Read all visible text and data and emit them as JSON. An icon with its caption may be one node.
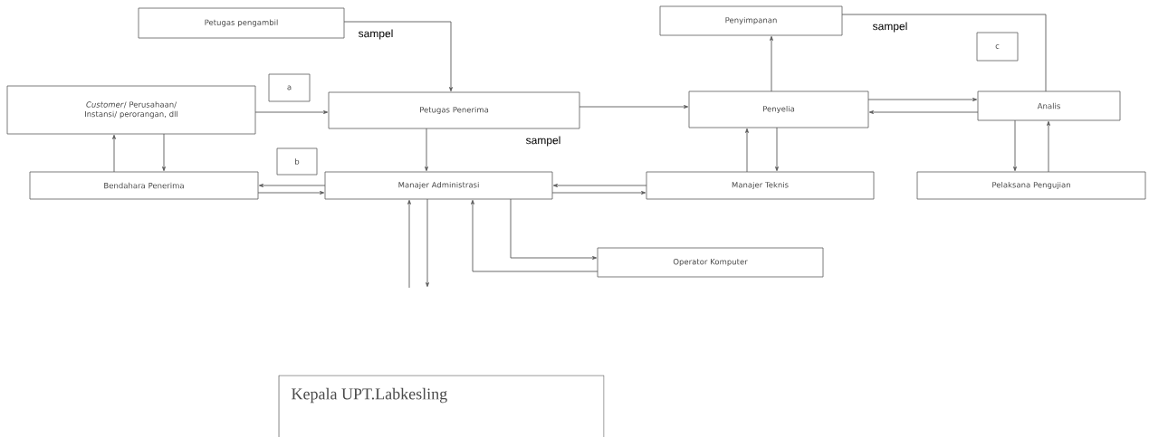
{
  "diagram": {
    "nodes": [
      {
        "text": [
          "Petugas pengambil"
        ],
        "beside": [
          "sampel"
        ]
      },
      {
        "text": [
          "a"
        ]
      },
      {
        "text": [
          "*Customer*/ Perusahaan/ Instansi/ perorangan, dll"
        ]
      },
      {
        "text": [
          "Petugas Penerima"
        ],
        "beside": [
          "sampel"
        ]
      },
      {
        "text": [
          "Penyimpanan"
        ],
        "beside": [
          "sampel"
        ]
      },
      {
        "text": [
          "c"
        ]
      },
      {
        "text": [
          "Penyelia"
        ]
      },
      {
        "text": [
          "Analis"
        ]
      },
      {
        "text": [
          "b"
        ]
      },
      {
        "text": [
          "Bendahara Penerima"
        ]
      },
      {
        "text": [
          "Manajer Administrasi"
        ]
      },
      {
        "text": [
          "Manajer Teknis"
        ]
      },
      {
        "text": [
          "Pelaksana Pengujian"
        ]
      },
      {
        "text": [
          "Operator Komputer"
        ]
      },
      {
        "text": [
          "Kepala UPT.Labkesling"
        ]
      }
    ],
    "edges": [
      {
        "from": 0,
        "to": 3,
        "arrow": "to"
      },
      {
        "from": 2,
        "to": 3,
        "arrow": "to"
      },
      {
        "from": 3,
        "to": 6,
        "arrow": "to"
      },
      {
        "from": 3,
        "to": 10,
        "arrow": "to"
      },
      {
        "from": 2,
        "to": 9,
        "arrow": "to"
      },
      {
        "from": 9,
        "to": 2,
        "arrow": "to"
      },
      {
        "from": 10,
        "to": 9,
        "arrow": "to"
      },
      {
        "from": 9,
        "to": 10,
        "arrow": "to"
      },
      {
        "from": 11,
        "to": 10,
        "arrow": "to"
      },
      {
        "from": 10,
        "to": 11,
        "arrow": "to"
      },
      {
        "from": 11,
        "to": 6,
        "arrow": "to"
      },
      {
        "from": 6,
        "to": 11,
        "arrow": "to"
      },
      {
        "from": 6,
        "to": 4,
        "arrow": "to"
      },
      {
        "from": 6,
        "to": 7,
        "arrow": "to"
      },
      {
        "from": 7,
        "to": 6,
        "arrow": "to"
      },
      {
        "from": 7,
        "to": 4,
        "arrow": "none"
      },
      {
        "from": 7,
        "to": 12,
        "arrow": "to"
      },
      {
        "from": 12,
        "to": 7,
        "arrow": "to"
      },
      {
        "from": 10,
        "to": 13,
        "arrow": "to"
      },
      {
        "from": 13,
        "to": 10,
        "arrow": "to"
      },
      {
        "from": null,
        "to": 10,
        "arrow": "to"
      },
      {
        "from": 10,
        "to": null,
        "arrow": "to"
      }
    ]
  }
}
